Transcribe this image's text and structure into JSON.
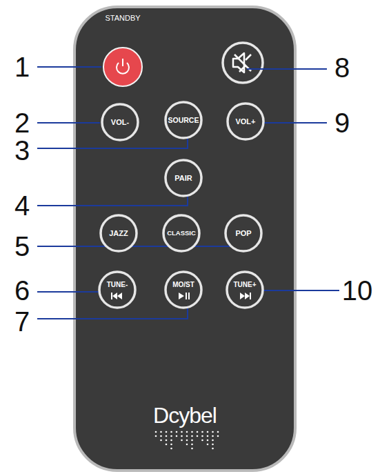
{
  "diagram": {
    "nodes": [
      {
        "text": [
          "STANDBY"
        ]
      },
      {
        "text": [
          "VOL-"
        ]
      },
      {
        "text": [
          "SOURCE"
        ]
      },
      {
        "text": [
          "VOL+"
        ]
      },
      {
        "text": [
          "PAIR"
        ]
      },
      {
        "text": [
          "JAZZ"
        ]
      },
      {
        "text": [
          "CLASSIC"
        ]
      },
      {
        "text": [
          "POP"
        ]
      },
      {
        "text": [
          "TUNE-"
        ]
      },
      {
        "text": [
          "MO/ST"
        ]
      },
      {
        "text": [
          "TUNE+"
        ]
      }
    ],
    "labels": [
      "1",
      "8",
      "2",
      "9",
      "3",
      "4",
      "5",
      "6",
      "10",
      "7",
      "Dcybel"
    ]
  }
}
